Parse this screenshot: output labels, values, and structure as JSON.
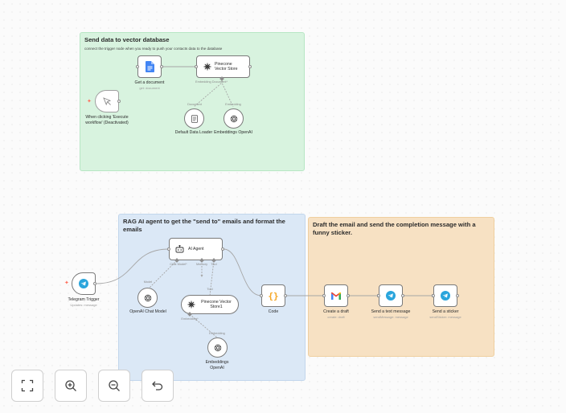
{
  "sticky_notes": [
    {
      "id": "vector",
      "title": "Send data to vector database",
      "subtitle": "connect the trigger node when you ready to push your contacts data to the database",
      "color": "#d8f3df",
      "border": "#b7e6c4"
    },
    {
      "id": "rag",
      "title": "RAG AI agent to get the \"send to\" emails and format the emails",
      "subtitle": "",
      "color": "#dbe8f6",
      "border": "#c2d6ec"
    },
    {
      "id": "draft",
      "title": "Draft the email and send the completion message with a funny sticker.",
      "subtitle": "",
      "color": "#f7e1c3",
      "border": "#efcf9f"
    }
  ],
  "nodes": {
    "get_document": {
      "label": "Get a document",
      "sublabel": "get: document",
      "icon": "google-docs-icon"
    },
    "pinecone_store": {
      "label": "Pinecone Vector Store",
      "icon": "pinecone-icon"
    },
    "manual_trigger": {
      "label": "When clicking 'Execute workflow' (Deactivated)",
      "icon": "cursor-icon"
    },
    "data_loader": {
      "label": "Default Data Loader",
      "icon": "document-icon"
    },
    "embeddings_1": {
      "label": "Embeddings OpenAI",
      "icon": "openai-icon"
    },
    "telegram_trigger": {
      "label": "Telegram Trigger",
      "sublabel": "Updates: message",
      "icon": "telegram-icon"
    },
    "ai_agent": {
      "label": "AI Agent",
      "icon": "robot-icon"
    },
    "chat_model": {
      "label": "OpenAI Chat Model",
      "icon": "openai-icon"
    },
    "pinecone_store1": {
      "label": "Pinecone Vector Store1",
      "icon": "pinecone-icon"
    },
    "embeddings_2": {
      "label": "Embeddings OpenAI",
      "icon": "openai-icon"
    },
    "code": {
      "label": "Code",
      "icon": "code-braces-icon"
    },
    "create_draft": {
      "label": "Create a draft",
      "sublabel": "create: draft",
      "icon": "gmail-icon"
    },
    "send_text": {
      "label": "Send a text message",
      "sublabel": "sendMessage: message",
      "icon": "telegram-icon"
    },
    "send_sticker": {
      "label": "Send a sticker",
      "sublabel": "sendSticker: message",
      "icon": "telegram-icon"
    }
  },
  "port_labels": {
    "embedding_doc": "Embedding Document*",
    "document": "Document",
    "embedding": "Embedding",
    "chat_model": "Chat Model*",
    "memory": "Memory",
    "tool": "Tool",
    "model": "Model",
    "tool_small": "Tool",
    "embedding_star": "Embedding*",
    "embedding_2": "Embedding"
  },
  "controls": [
    {
      "name": "fit-view-button",
      "icon": "fit-view-icon"
    },
    {
      "name": "zoom-in-button",
      "icon": "zoom-in-icon"
    },
    {
      "name": "zoom-out-button",
      "icon": "zoom-out-icon"
    },
    {
      "name": "undo-button",
      "icon": "undo-icon"
    }
  ],
  "colors": {
    "accent": "#ff6d5a",
    "telegram": "#2aa5dc",
    "code": "#f5a623",
    "google_docs": "#4285f4"
  }
}
